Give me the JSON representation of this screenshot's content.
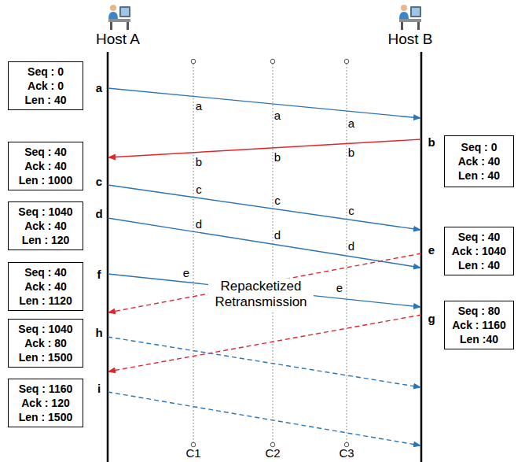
{
  "diagram": {
    "nodes": [
      {
        "text": [
          "Seq : 0",
          "Ack : 0",
          "Len : 40"
        ]
      },
      {
        "text": [
          "Seq : 0",
          "Ack : 40",
          "Len : 40"
        ]
      },
      {
        "text": [
          "Seq : 40",
          "Ack : 40",
          "Len : 1000"
        ]
      },
      {
        "text": [
          "Seq : 1040",
          "Ack : 40",
          "Len : 120"
        ]
      },
      {
        "text": [
          "Seq : 40",
          "Ack : 1040",
          "Len : 40"
        ]
      },
      {
        "text": [
          "Seq : 40",
          "Ack : 40",
          "Len : 1120"
        ]
      },
      {
        "text": [
          "Seq : 80",
          "Ack : 1160",
          "Len :40"
        ]
      },
      {
        "text": [
          "Seq : 1040",
          "Ack : 80",
          "Len : 1500"
        ]
      },
      {
        "text": [
          "Seq : 1160",
          "Ack : 120",
          "Len : 1500"
        ]
      }
    ],
    "labels": [
      "Host A",
      "Host B",
      "a",
      "a",
      "a",
      "a",
      "b",
      "b",
      "b",
      "b",
      "c",
      "c",
      "c",
      "c",
      "d",
      "d",
      "d",
      "d",
      "e",
      "f",
      "e",
      "Repacketized Retransmission",
      "e",
      "g",
      "h",
      "i",
      "C1",
      "C2",
      "C3"
    ]
  }
}
